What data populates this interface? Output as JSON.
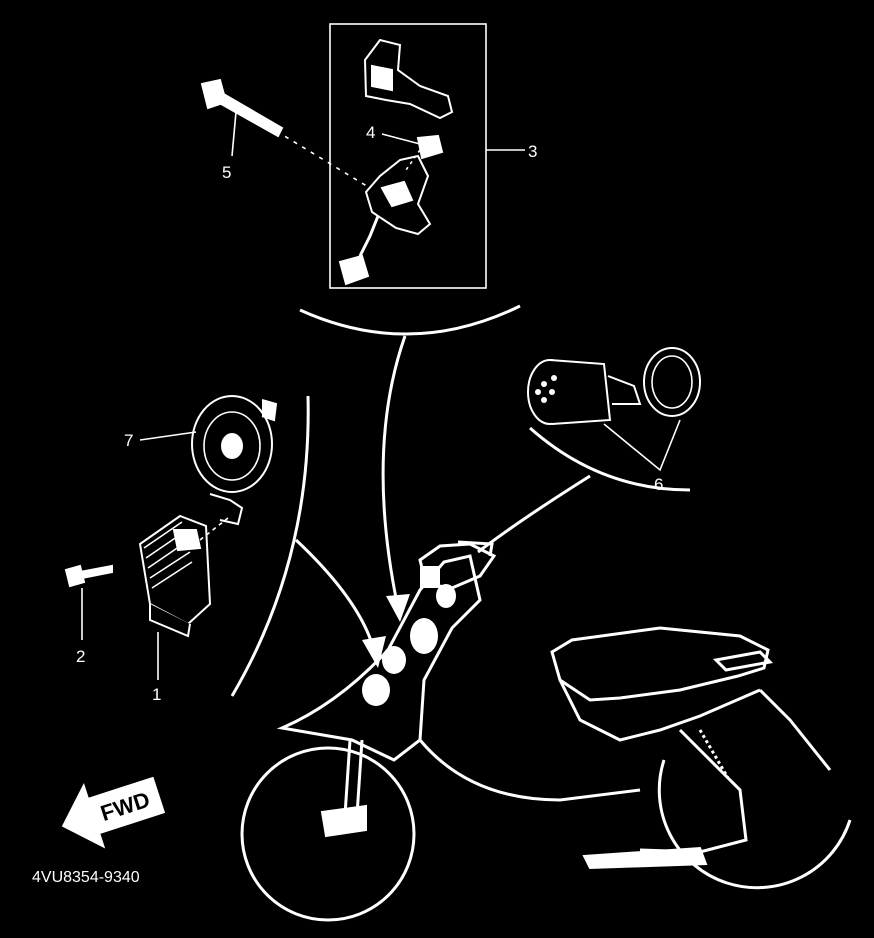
{
  "diagram": {
    "part_code": "4VU8354-9340",
    "fwd_label": "FWD",
    "callouts": [
      {
        "id": "1",
        "label": "1"
      },
      {
        "id": "2",
        "label": "2"
      },
      {
        "id": "3",
        "label": "3"
      },
      {
        "id": "4",
        "label": "4"
      },
      {
        "id": "5",
        "label": "5"
      },
      {
        "id": "6",
        "label": "6"
      },
      {
        "id": "7",
        "label": "7"
      }
    ]
  },
  "colors": {
    "background": "#000000",
    "line": "#ffffff"
  }
}
